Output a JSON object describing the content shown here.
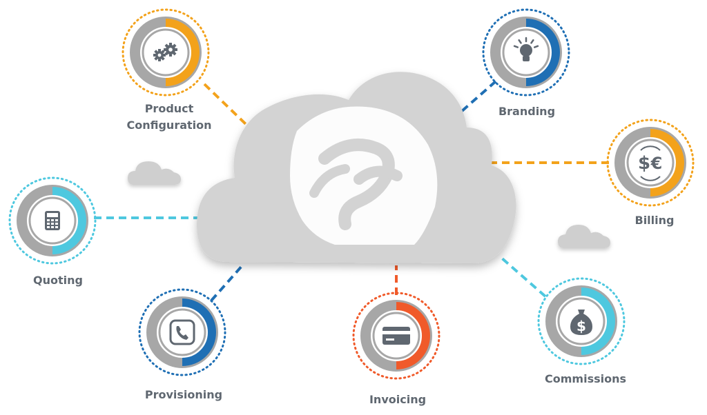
{
  "nodes": [
    {
      "id": "product-configuration",
      "label_lines": [
        "Product",
        "Configuration"
      ],
      "color": "#f3a21b",
      "icon": "gears-icon",
      "fill": 0.5
    },
    {
      "id": "branding",
      "label_lines": [
        "Branding"
      ],
      "color": "#1f6fb4",
      "icon": "lightbulb-icon",
      "fill": 0.5
    },
    {
      "id": "billing",
      "label_lines": [
        "Billing"
      ],
      "color": "#f3a21b",
      "icon": "currency-exchange-icon",
      "fill": 0.5
    },
    {
      "id": "quoting",
      "label_lines": [
        "Quoting"
      ],
      "color": "#4ec8df",
      "icon": "calculator-icon",
      "fill": 0.5
    },
    {
      "id": "provisioning",
      "label_lines": [
        "Provisioning"
      ],
      "color": "#1f6fb4",
      "icon": "phone-icon",
      "fill": 0.5
    },
    {
      "id": "invoicing",
      "label_lines": [
        "Invoicing"
      ],
      "color": "#f05a2a",
      "icon": "credit-card-icon",
      "fill": 0.5
    },
    {
      "id": "commissions",
      "label_lines": [
        "Commissions"
      ],
      "color": "#4ec8df",
      "icon": "money-bag-icon",
      "fill": 0.5
    }
  ],
  "center": {
    "icon": "brand-logo-icon",
    "cloud_color": "#d3d3d3"
  },
  "colors": {
    "ring_gray": "#a7a7a7",
    "text": "#5f6770"
  }
}
